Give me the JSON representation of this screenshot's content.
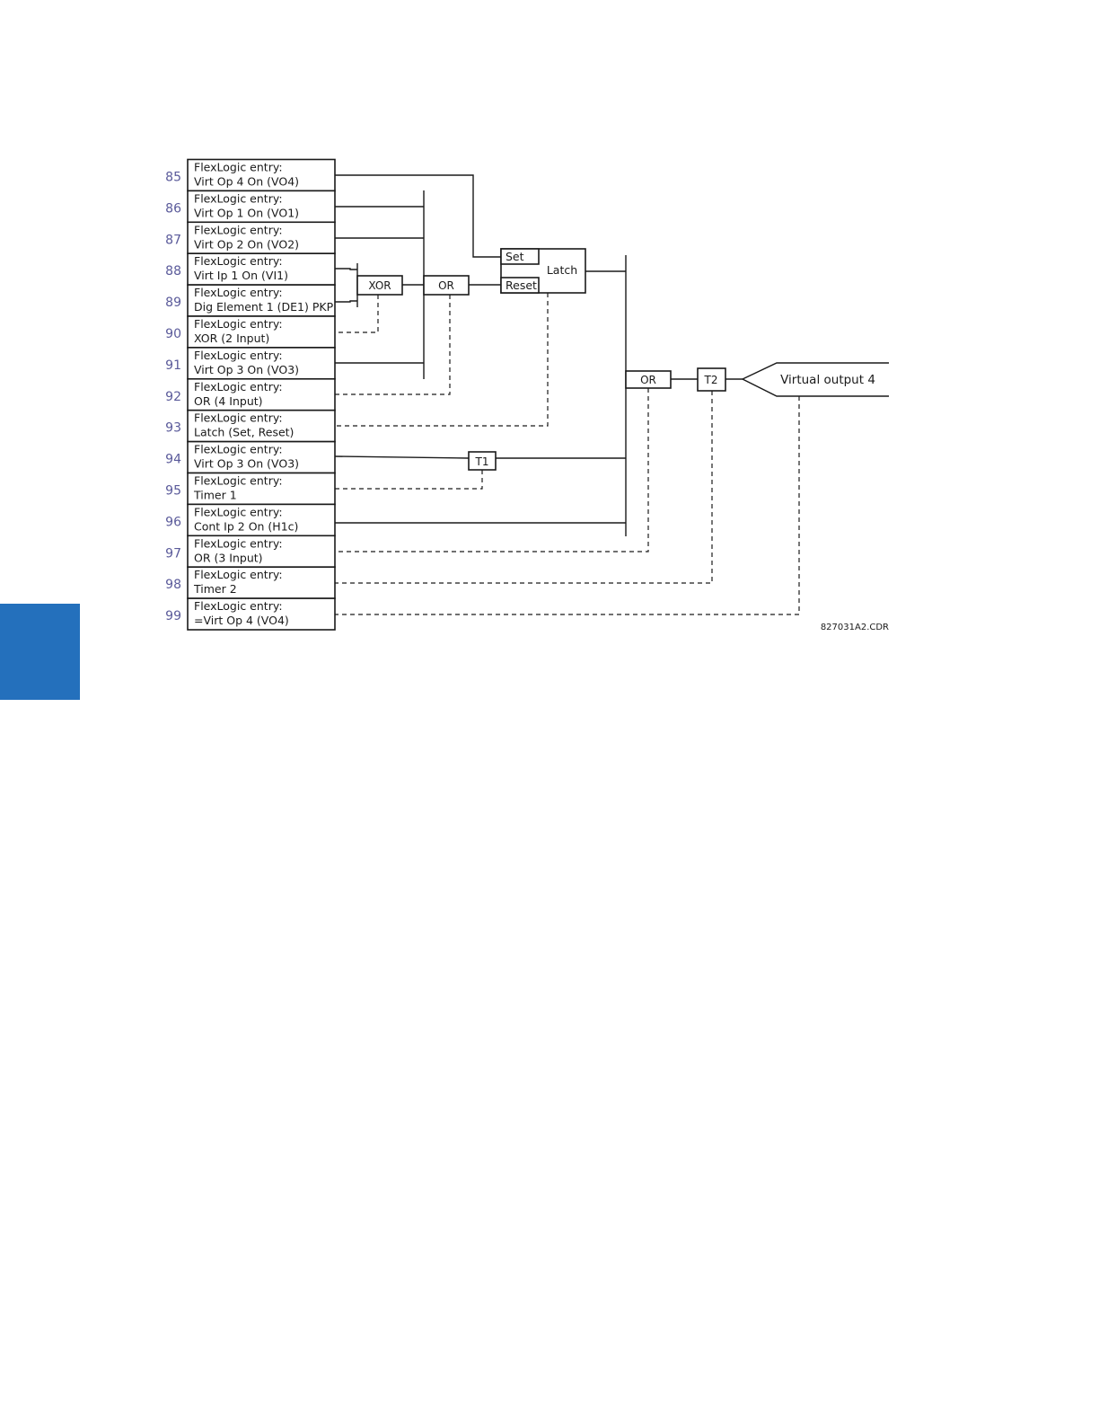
{
  "colors": {
    "side_tab": "#2470bc",
    "line_numbers": "#5a5a9a",
    "ink": "#1a1a1a"
  },
  "entries": [
    {
      "num": "85",
      "line1": "FlexLogic entry:",
      "line2": "Virt Op 4 On (VO4)"
    },
    {
      "num": "86",
      "line1": "FlexLogic entry:",
      "line2": "Virt Op 1 On (VO1)"
    },
    {
      "num": "87",
      "line1": "FlexLogic entry:",
      "line2": "Virt Op 2 On (VO2)"
    },
    {
      "num": "88",
      "line1": "FlexLogic entry:",
      "line2": "Virt Ip 1 On (VI1)"
    },
    {
      "num": "89",
      "line1": "FlexLogic entry:",
      "line2": "Dig Element 1 (DE1) PKP"
    },
    {
      "num": "90",
      "line1": "FlexLogic entry:",
      "line2": "XOR (2 Input)"
    },
    {
      "num": "91",
      "line1": "FlexLogic entry:",
      "line2": "Virt Op 3 On (VO3)"
    },
    {
      "num": "92",
      "line1": "FlexLogic entry:",
      "line2": "OR (4 Input)"
    },
    {
      "num": "93",
      "line1": "FlexLogic entry:",
      "line2": "Latch (Set, Reset)"
    },
    {
      "num": "94",
      "line1": "FlexLogic entry:",
      "line2": "Virt Op 3 On (VO3)"
    },
    {
      "num": "95",
      "line1": "FlexLogic entry:",
      "line2": "Timer 1"
    },
    {
      "num": "96",
      "line1": "FlexLogic entry:",
      "line2": "Cont Ip 2 On (H1c)"
    },
    {
      "num": "97",
      "line1": "FlexLogic entry:",
      "line2": "OR (3 Input)"
    },
    {
      "num": "98",
      "line1": "FlexLogic entry:",
      "line2": "Timer 2"
    },
    {
      "num": "99",
      "line1": "FlexLogic entry:",
      "line2": "=Virt Op 4 (VO4)"
    }
  ],
  "gates": {
    "xor": "XOR",
    "or4": "OR",
    "latch_set": "Set",
    "latch_reset": "Reset",
    "latch": "Latch",
    "t1": "T1",
    "or3": "OR",
    "t2": "T2",
    "output": "Virtual output 4"
  },
  "figure_code": "827031A2.CDR"
}
